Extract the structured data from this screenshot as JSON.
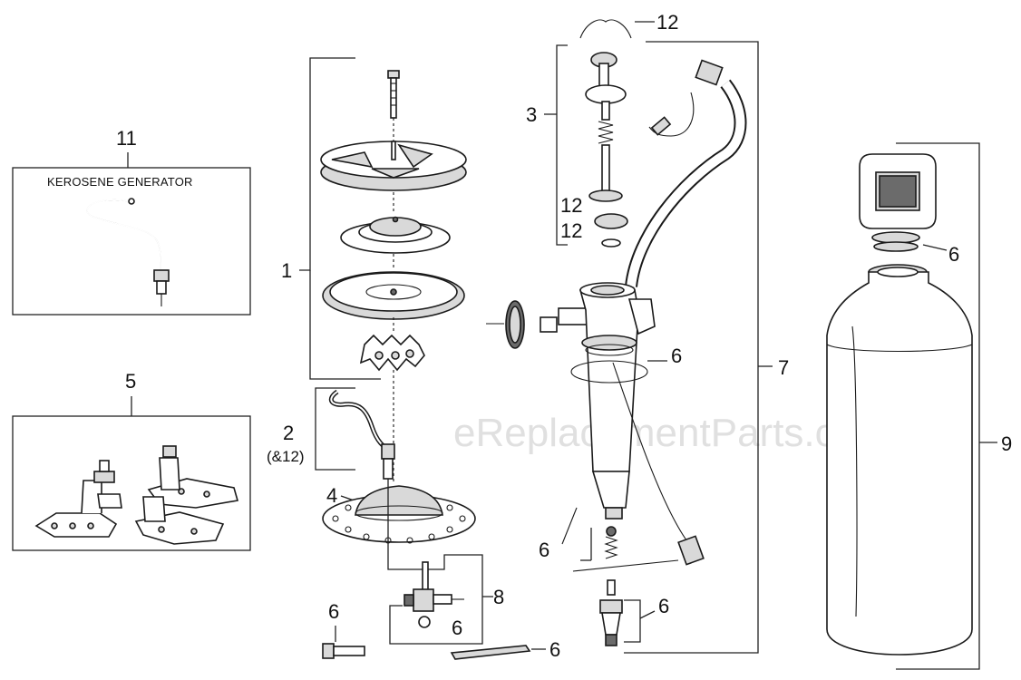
{
  "diagram": {
    "watermark": "eReplacementParts.com",
    "callouts": {
      "c1": "1",
      "c2": "2",
      "c2_note": "(&12)",
      "c3": "3",
      "c4": "4",
      "c5": "5",
      "c6_tank_top": "6",
      "c6_pump_oring": "6",
      "c6_pump_side": "6",
      "c6_pump_bottom": "6",
      "c6_valve": "6",
      "c6_screw": "6",
      "c6_strip": "6",
      "c7": "7",
      "c8": "8",
      "c9": "9",
      "c11": "11",
      "c12_top": "12",
      "c12_mid": "12",
      "c12_low": "12"
    },
    "boxes": {
      "kerosene_generator": "KEROSENE GENERATOR"
    }
  }
}
